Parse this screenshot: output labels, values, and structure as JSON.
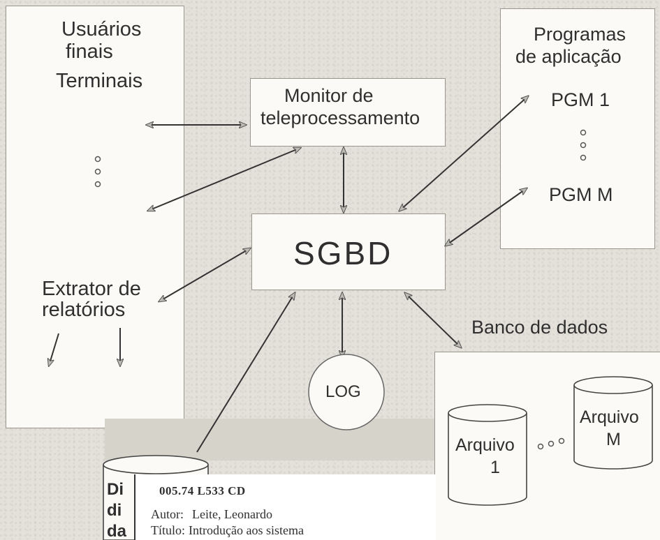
{
  "users": {
    "title_line1": "Usuários",
    "title_line2": "finais",
    "terminals": "Terminais",
    "extractor_line1": "Extrator de",
    "extractor_line2": "relatórios"
  },
  "monitor": {
    "line1": "Monitor de",
    "line2": "teleprocessamento"
  },
  "sgbd": {
    "label": "SGBD"
  },
  "programs": {
    "title_line1": "Programas",
    "title_line2": "de aplicação",
    "pgm_first": "PGM 1",
    "pgm_last": "PGM M"
  },
  "log": {
    "label": "LOG"
  },
  "database": {
    "title": "Banco de dados",
    "file1_line1": "Arquivo",
    "file1_line2": "1",
    "fileM_line1": "Arquivo",
    "fileM_line2": "M"
  },
  "dictionary": {
    "line1": "Di",
    "line2": "di",
    "line3": "da"
  },
  "catalog": {
    "call_number": "005.74 L533 CD",
    "author_label": "Autor:",
    "author_value": "Leite, Leonardo",
    "title_label": "Título:",
    "title_value": "Introdução aos sistema"
  }
}
